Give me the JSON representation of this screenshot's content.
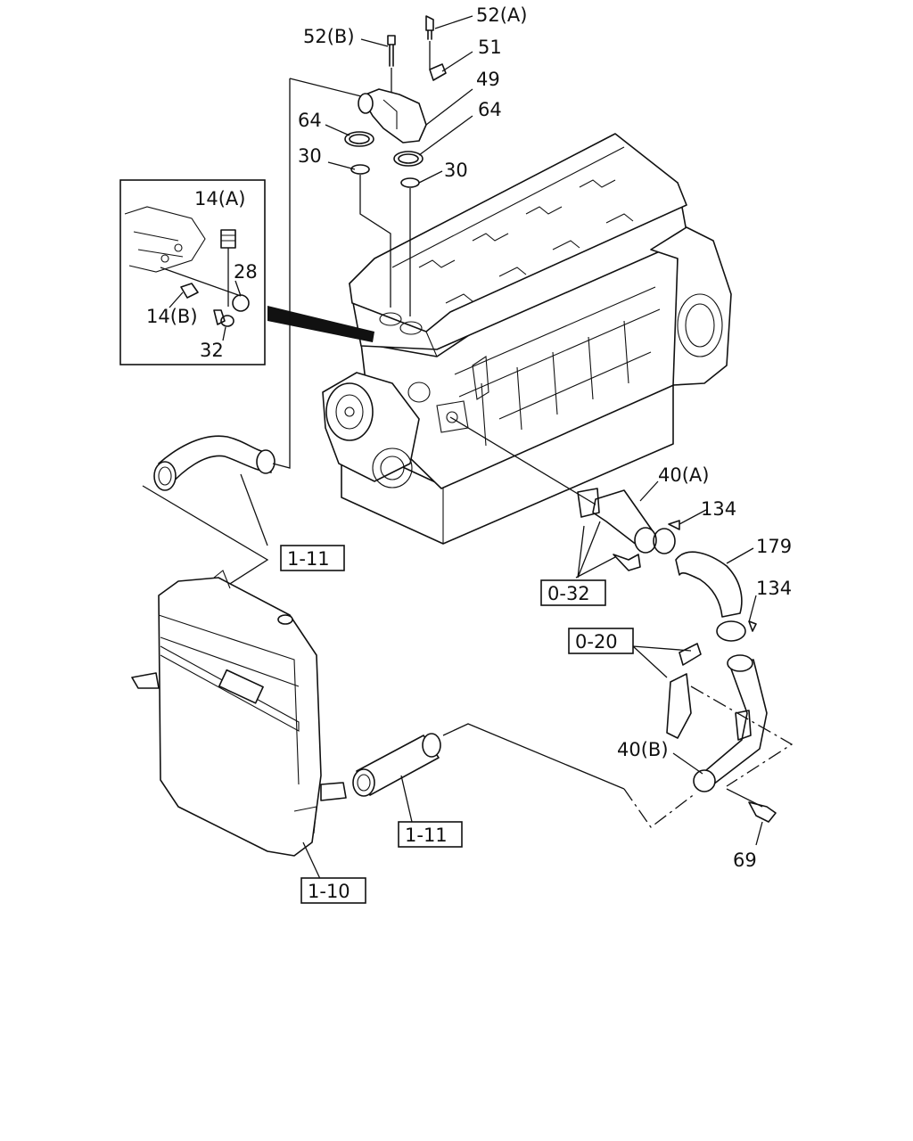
{
  "callouts": {
    "c52a": "52(A)",
    "c52b": "52(B)",
    "c51": "51",
    "c49": "49",
    "c64a": "64",
    "c64b": "64",
    "c30a": "30",
    "c30b": "30",
    "c14a": "14(A)",
    "c14b": "14(B)",
    "c28": "28",
    "c32": "32",
    "c40a": "40(A)",
    "c134a": "134",
    "c179": "179",
    "c134b": "134",
    "c40b": "40(B)",
    "c69": "69"
  },
  "refs": {
    "r111a": "1-11",
    "r032": "0-32",
    "r020": "0-20",
    "r111b": "1-11",
    "r110": "1-10"
  }
}
